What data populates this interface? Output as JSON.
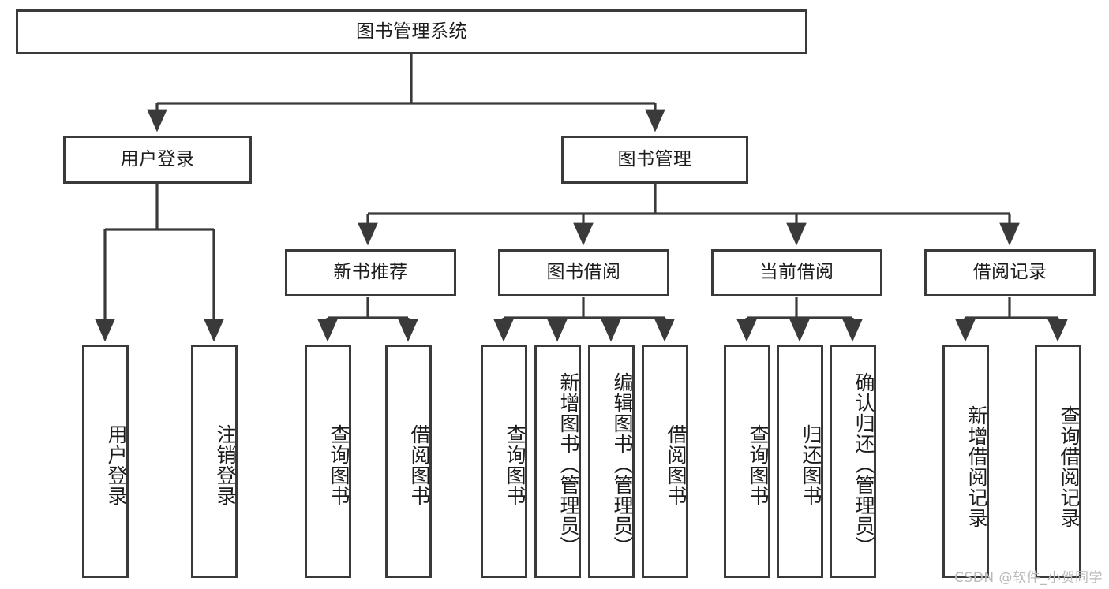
{
  "diagram": {
    "title": "图书管理系统",
    "type": "tree",
    "watermark": "CSDN @软件_小贺同学",
    "colors": {
      "box_border": "#3a3a3a",
      "line": "#3a3a3a",
      "background": "#ffffff",
      "text": "#1c1c1c",
      "watermark": "#b9b9b9"
    },
    "nodes": {
      "root": {
        "label": "图书管理系统"
      },
      "level1": [
        {
          "label": "用户登录"
        },
        {
          "label": "图书管理"
        }
      ],
      "level2": [
        {
          "label": "新书推荐"
        },
        {
          "label": "图书借阅"
        },
        {
          "label": "当前借阅"
        },
        {
          "label": "借阅记录"
        }
      ],
      "leaves": {
        "user_login": [
          {
            "label": "用户登录"
          },
          {
            "label": "注销登录"
          }
        ],
        "new_book": [
          {
            "label": "查询图书"
          },
          {
            "label": "借阅图书"
          }
        ],
        "book_borrow": [
          {
            "label": "查询图书"
          },
          {
            "label": "新增图书（管理员）"
          },
          {
            "label": "编辑图书（管理员）"
          },
          {
            "label": "借阅图书"
          }
        ],
        "current_borrow": [
          {
            "label": "查询图书"
          },
          {
            "label": "归还图书"
          },
          {
            "label": "确认归还（管理员）"
          }
        ],
        "borrow_record": [
          {
            "label": "新增借阅记录"
          },
          {
            "label": "查询借阅记录"
          }
        ]
      }
    }
  }
}
